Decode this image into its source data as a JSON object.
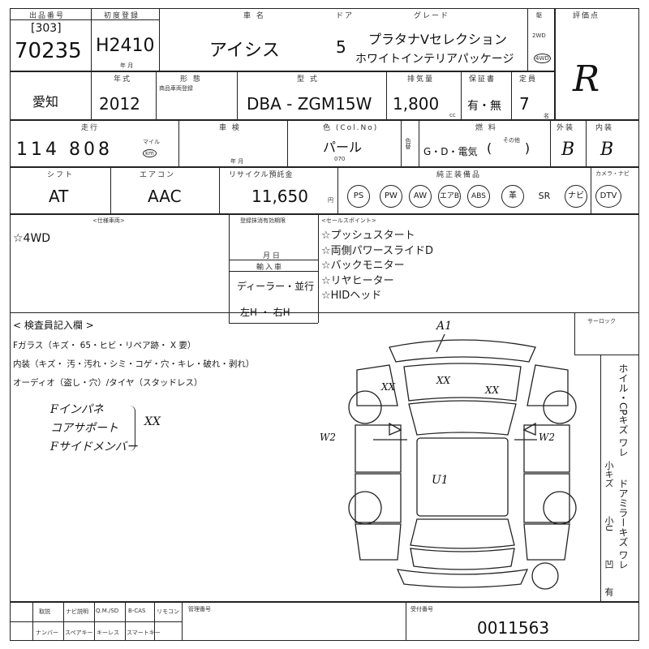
{
  "header": {
    "lot_label": "出品番号",
    "lot_prefix": "[303]",
    "lot_number": "70235",
    "first_reg_label": "初度登録",
    "first_reg": "H2410",
    "first_reg_unit": "年 月",
    "model_name_label": "車 名",
    "model_name": "アイシス",
    "doors_label": "ドア",
    "doors": "5",
    "grade_label": "グレード",
    "grade_line1": "プラタナVセレクション",
    "grade_line2": "ホワイトインテリアパッケージ",
    "drive_label_top": "駆",
    "drive_2wd": "2WD",
    "drive_4wd": "4WD",
    "grade_eval_label": "評価点",
    "grade_eval": "R"
  },
  "row2": {
    "area": "愛知",
    "year_label": "年式",
    "year": "2012",
    "type_label": "形 態",
    "type_sub": "商品車両登録",
    "model_code_label": "型 式",
    "model_code": "DBA - ZGM15W",
    "displacement_label": "排気量",
    "displacement": "1,800",
    "cc": "cc",
    "warranty_label": "保証書",
    "warranty": "有・無",
    "capacity_label": "定員",
    "capacity": "7",
    "capacity_unit": "名"
  },
  "row3": {
    "mileage_label": "走行",
    "mileage": "114 808",
    "mileage_unit": "km",
    "mileage_unit_top": "マイル",
    "inspection_label": "車 検",
    "inspection_unit": "年 月",
    "color_label": "色 (Col.No)",
    "color": "パール",
    "color_code": "070",
    "color_change": "色替",
    "fuel_label": "燃 料",
    "fuel": "G・D・電気",
    "fuel_other": "その他",
    "exterior_label": "外装",
    "exterior": "B",
    "interior_label": "内装",
    "interior": "B"
  },
  "row4": {
    "shift_label": "シフト",
    "shift": "AT",
    "aircon_label": "エアコン",
    "aircon": "AAC",
    "recycle_label": "リサイクル預託金",
    "recycle": "11,650",
    "recycle_unit": "円",
    "equip_label": "純正装備品",
    "equipment": [
      "PS",
      "PW",
      "AW",
      "エアB",
      "ABS",
      "革",
      "SR",
      "ナビ",
      "DTV"
    ],
    "equip_extra_label": "カメラ・ナビ"
  },
  "row5": {
    "spec_label": "<仕様車両>",
    "spec": "☆4WD",
    "reg_period_label": "登録抹消有効期限",
    "reg_period_unit": "月 日",
    "import_label": "輸入車",
    "import_type": "ディーラー・並行",
    "handle": "左H ・ 右H",
    "sales_label": "<セールスポイント>",
    "sales_points": [
      "☆プッシュスタート",
      "☆両側パワースライドD",
      "☆バックモニター",
      "☆リヤヒーター",
      "☆HIDヘッド"
    ]
  },
  "inspector": {
    "label": "< 検査員記入欄 >",
    "f_glass": "Fガラス（キズ・ 65・ヒビ・リペア跡・ X 要）",
    "interior": "内装（キズ・ 汚・汚れ・シミ・コゲ・穴・キレ・破れ・剥れ）",
    "audio": "オーディオ（盗し・穴）/タイヤ（スタッドレス）",
    "hand_notes": [
      "Fインパネ",
      "コアサポート",
      "Fサイドメンバー"
    ],
    "hand_mark": "XX"
  },
  "diagram": {
    "marks": {
      "front": "A1",
      "hood": "XX",
      "left_front": "XX",
      "right_front": "XX",
      "left_side": "W2",
      "right_side": "W2",
      "roof": "U1"
    },
    "sunroof_label": "サーロック"
  },
  "side_vertical": {
    "main": "ホイル・CPキズ ワレ",
    "sub1": "小キズ",
    "sub2": "ドアミラーキズ ワレ",
    "sub3": "小U",
    "sub4": "凹",
    "sub5": "有"
  },
  "footer": {
    "items_top": [
      "取説",
      "ナビ説明",
      "Q.M./SD",
      "B-CAS",
      "リモコン"
    ],
    "items_bottom": [
      "ナンバー",
      "スペアキー",
      "キーレス",
      "スマートキー"
    ],
    "mgmt_label": "管理番号",
    "receipt_label": "受付番号",
    "receipt": "0011563"
  }
}
